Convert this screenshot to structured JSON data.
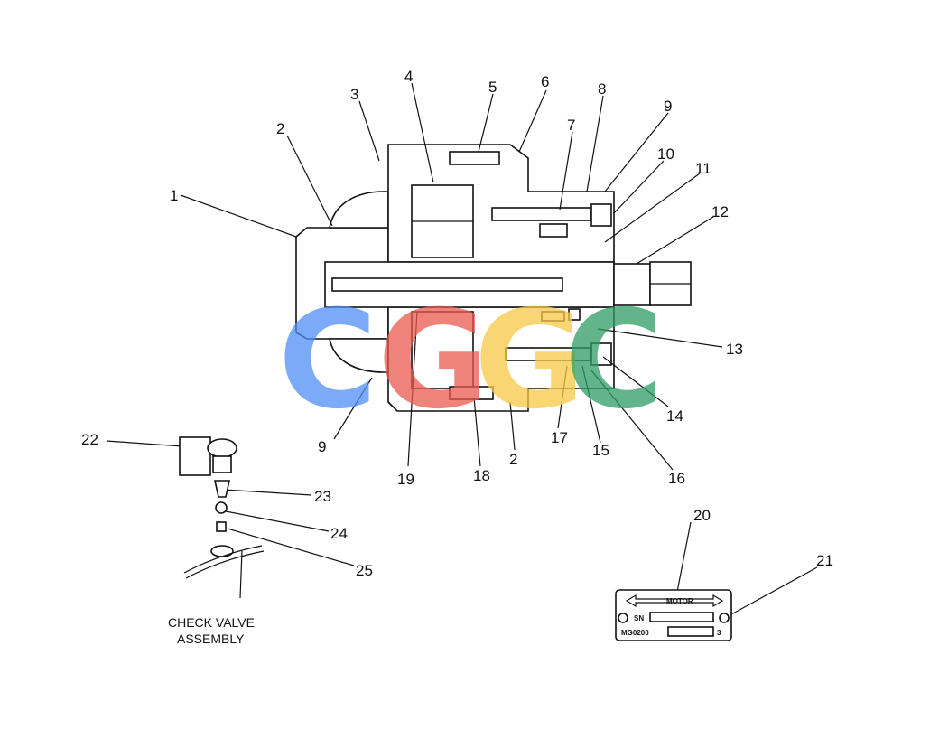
{
  "diagram": {
    "callouts": {
      "c1": "1",
      "c2": "2",
      "c3": "3",
      "c4": "4",
      "c5": "5",
      "c6": "6",
      "c7": "7",
      "c8": "8",
      "c9": "9",
      "c10": "10",
      "c11": "11",
      "c12": "12",
      "c13": "13",
      "c14": "14",
      "c15": "15",
      "c16": "16",
      "c17": "17",
      "c18": "18",
      "c19": "19",
      "c2b": "2",
      "c9b": "9",
      "c20": "20",
      "c21": "21",
      "c22": "22",
      "c23": "23",
      "c24": "24",
      "c25": "25"
    },
    "check_valve_caption": [
      "CHECK VALVE",
      "ASSEMBLY"
    ],
    "nameplate": {
      "title": "MOTOR",
      "serial_label": "SN",
      "model": "MG0200",
      "suffix": "3"
    },
    "watermark": {
      "letters": [
        "C",
        "G",
        "G",
        "C"
      ],
      "colors": [
        "#4f8ef7",
        "#ea5a4f",
        "#f7c945",
        "#2e9d63"
      ]
    }
  }
}
